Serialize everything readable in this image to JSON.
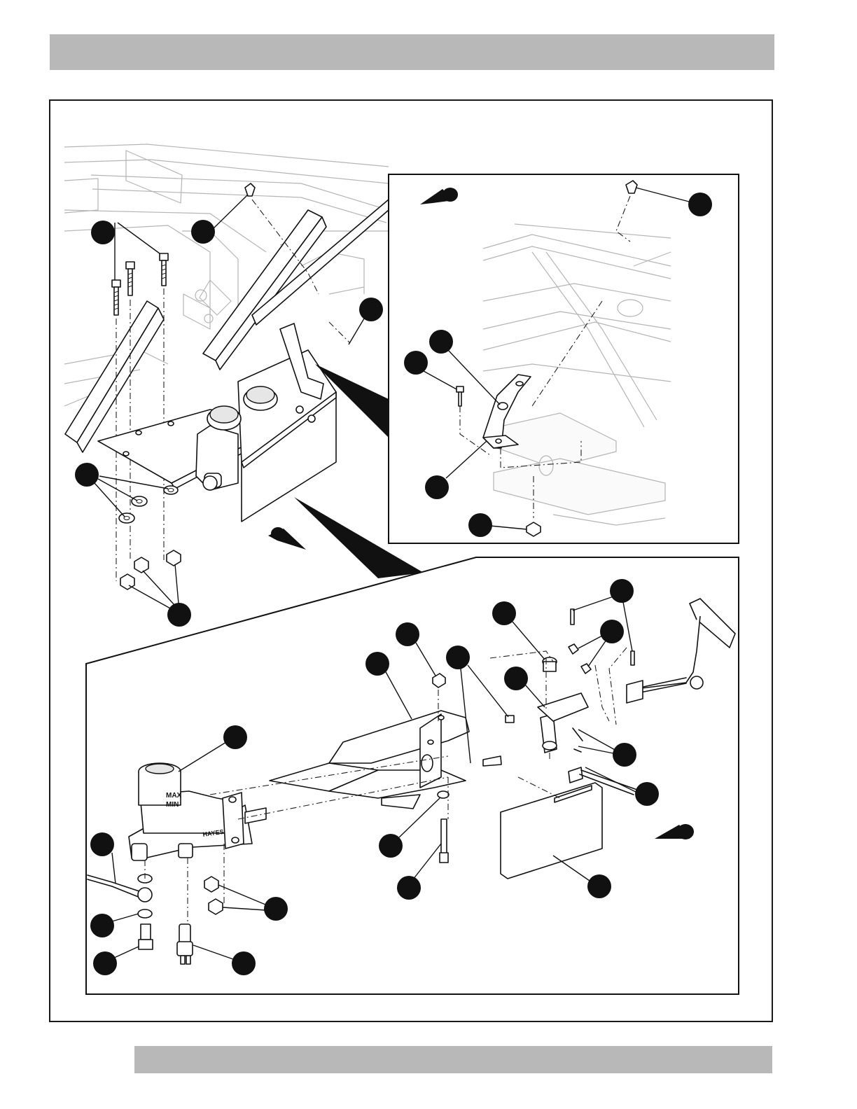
{
  "page": {
    "header_bar": "",
    "footer_bar": ""
  },
  "figure": {
    "caption": "",
    "part_stamps": {
      "reservoir_max": "MAX",
      "reservoir_min": "MIN",
      "master_cylinder_brand": "HAYES"
    },
    "colors": {
      "header_bar": "#b8b8b8",
      "footer_bar": "#b8b8b8",
      "callout": "#111111",
      "ghosted_frame": "#b5b5b5"
    },
    "callout_count": 25,
    "direction_arrow_count": 3
  }
}
